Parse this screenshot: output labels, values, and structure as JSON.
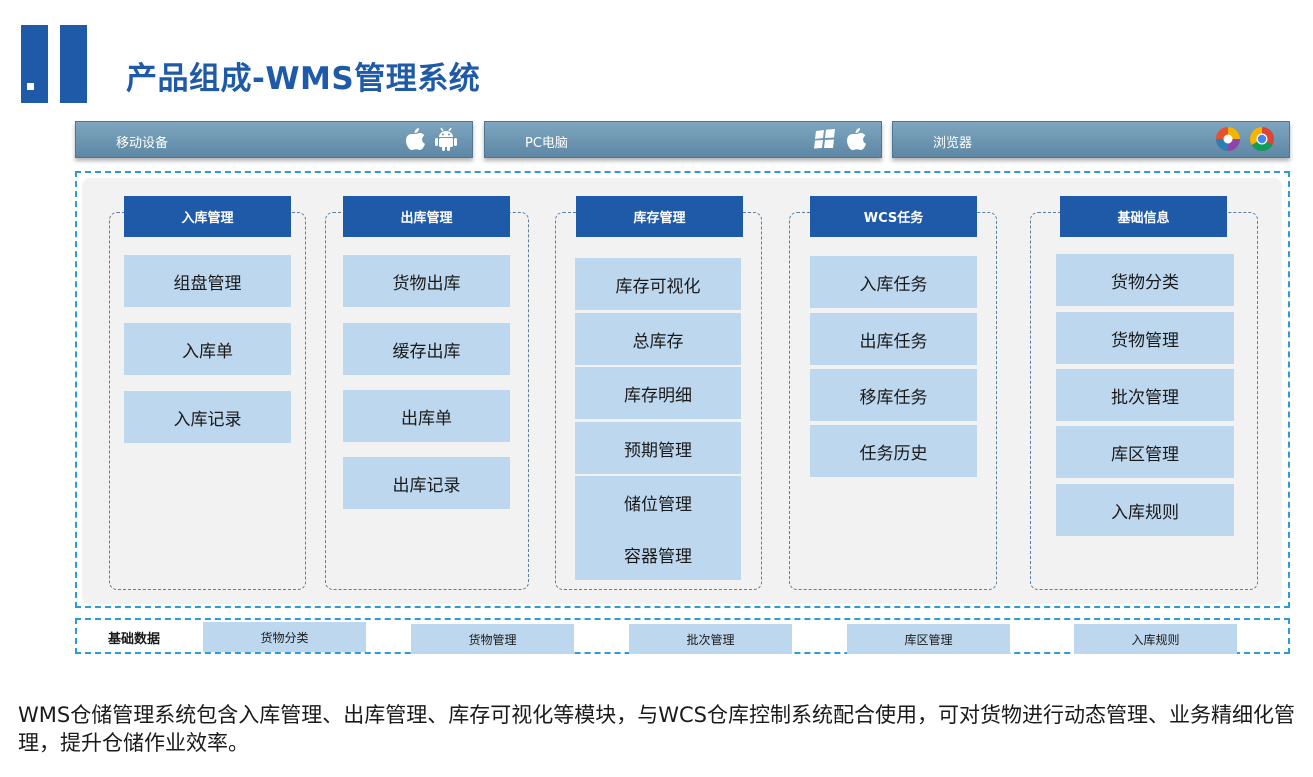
{
  "title": "产品组成-WMS管理系统",
  "devices": [
    {
      "label": "移动设备",
      "icons": [
        "apple-icon",
        "android-icon"
      ]
    },
    {
      "label": "PC电脑",
      "icons": [
        "windows-icon",
        "apple-icon"
      ]
    },
    {
      "label": "浏览器",
      "icons": [
        "firefox-icon",
        "chrome-icon"
      ]
    }
  ],
  "modules": [
    {
      "title": "入库管理",
      "items": [
        "组盘管理",
        "入库单",
        "入库记录"
      ]
    },
    {
      "title": "出库管理",
      "items": [
        "货物出库",
        "缓存出库",
        "出库单",
        "出库记录"
      ]
    },
    {
      "title": "库存管理",
      "items": [
        "库存可视化",
        "总库存",
        "库存明细",
        "预期管理",
        "储位管理",
        "容器管理"
      ]
    },
    {
      "title": "WCS任务",
      "items": [
        "入库任务",
        "出库任务",
        "移库任务",
        "任务历史"
      ]
    },
    {
      "title": "基础信息",
      "items": [
        "货物分类",
        "货物管理",
        "批次管理",
        "库区管理",
        "入库规则"
      ]
    }
  ],
  "base_data": {
    "label": "基础数据",
    "items": [
      "货物分类",
      "货物管理",
      "批次管理",
      "库区管理",
      "入库规则"
    ]
  },
  "description": "WMS仓储管理系统包含入库管理、出库管理、库存可视化等模块，与WCS仓库控制系统配合使用，可对货物进行动态管理、业务精细化管理，提升仓储作业效率。",
  "colors": {
    "primary": "#1e5aa8",
    "item_bg": "#bdd7ee",
    "dashed": "#2d9bd8",
    "bar": "#6f97b3"
  }
}
